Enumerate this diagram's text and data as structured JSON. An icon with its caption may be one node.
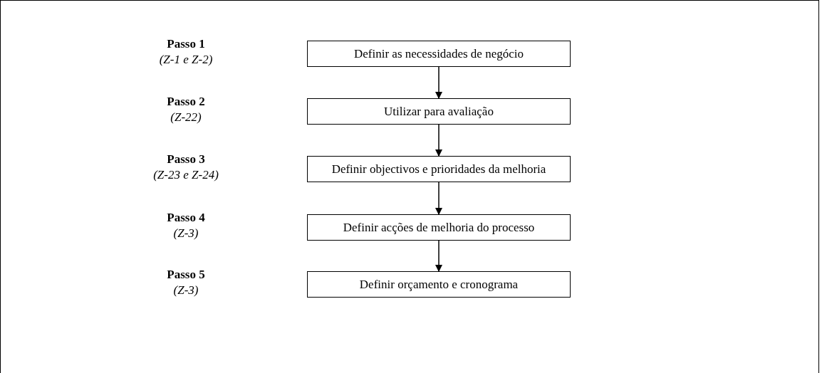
{
  "diagram": {
    "nodes": [
      {
        "text": [
          "Definir as necessidades de negócio"
        ],
        "beside": [
          "Passo 1",
          "(Z-1 e Z-2)"
        ]
      },
      {
        "text": [
          "Utilizar para avaliação"
        ],
        "beside": [
          "Passo 2",
          "(Z-22)"
        ]
      },
      {
        "text": [
          "Definir objectivos e prioridades da melhoria"
        ],
        "beside": [
          "Passo 3",
          "(Z-23 e Z-24)"
        ]
      },
      {
        "text": [
          "Definir acções de melhoria do processo"
        ],
        "beside": [
          "Passo 4",
          "(Z-3)"
        ]
      },
      {
        "text": [
          "Definir orçamento e cronograma"
        ],
        "beside": [
          "Passo 5",
          "(Z-3)"
        ]
      }
    ],
    "edges": [
      {
        "from": 0,
        "to": 1,
        "arrow": "to"
      },
      {
        "from": 1,
        "to": 2,
        "arrow": "to"
      },
      {
        "from": 2,
        "to": 3,
        "arrow": "to"
      },
      {
        "from": 3,
        "to": 4,
        "arrow": "to"
      }
    ]
  }
}
